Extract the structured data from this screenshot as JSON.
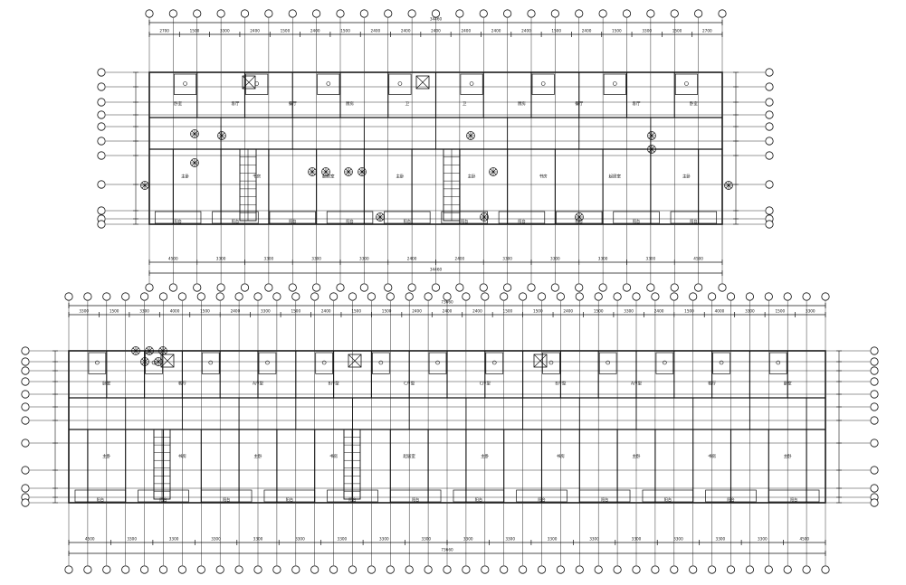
{
  "plans": [
    {
      "id": "upper",
      "overall_top": "34460",
      "overall_bottom": "34460",
      "top_dims": [
        "2700",
        "1500",
        "3300",
        "2400",
        "1500",
        "2400",
        "1500",
        "2400",
        "2400",
        "2400",
        "2400",
        "2400",
        "2400",
        "1500",
        "2400",
        "1500",
        "3300",
        "1500",
        "2700"
      ],
      "bottom_dims": [
        "4500",
        "3300",
        "3300",
        "3300",
        "3300",
        "2400",
        "2400",
        "3300",
        "3300",
        "3300",
        "3300",
        "4500"
      ],
      "rooms_lg": [
        "主卧",
        "书房",
        "起居室",
        "主卧",
        "主卧",
        "书房",
        "起居室",
        "主卧"
      ],
      "rooms_md": [
        "卧室",
        "客厅",
        "餐厅",
        "厨房",
        "卫",
        "卫",
        "厨房",
        "餐厅",
        "客厅",
        "卧室"
      ],
      "rooms_sm": [
        "阳台",
        "阳台",
        "阳台",
        "阳台",
        "阳台",
        "阳台",
        "阳台",
        "阳台",
        "阳台",
        "阳台"
      ]
    },
    {
      "id": "lower",
      "overall_top": "73660",
      "overall_bottom": "73660",
      "top_dims": [
        "3300",
        "1500",
        "3300",
        "4000",
        "1500",
        "2400",
        "3300",
        "1500",
        "2400",
        "1500",
        "1500",
        "2400",
        "2400",
        "2400",
        "1500",
        "1500",
        "2400",
        "1500",
        "3300",
        "2400",
        "1500",
        "4000",
        "3300",
        "1500",
        "3300"
      ],
      "bottom_dims": [
        "4500",
        "3300",
        "3300",
        "3300",
        "3300",
        "3300",
        "3300",
        "3300",
        "3300",
        "3300",
        "3300",
        "3300",
        "3300",
        "3300",
        "3300",
        "3300",
        "3300",
        "4500"
      ],
      "rooms_lg": [
        "主卧",
        "书房",
        "主卧",
        "书房",
        "起居室",
        "主卧",
        "书房",
        "主卧",
        "书房",
        "主卧"
      ],
      "rooms_md": [
        "卧室",
        "客厅",
        "A户型",
        "B户型",
        "C户型",
        "C户型",
        "B户型",
        "A户型",
        "客厅",
        "卧室"
      ],
      "rooms_sm": [
        "阳台",
        "阳台",
        "阳台",
        "阳台",
        "阳台",
        "阳台",
        "阳台",
        "阳台",
        "阳台",
        "阳台",
        "阳台",
        "阳台"
      ]
    }
  ],
  "colors": {
    "line": "#111111",
    "axis": "#333333",
    "background": "#ffffff"
  }
}
